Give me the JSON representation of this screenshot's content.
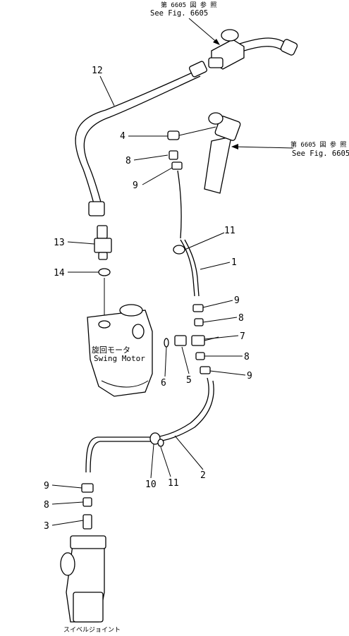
{
  "references": {
    "top": {
      "jp": "第 6605 図 参 照",
      "en": "See Fig. 6605"
    },
    "right": {
      "jp": "第 6605 図 参 照",
      "en": "See Fig. 6605"
    }
  },
  "swing_motor": {
    "jp": "旋回モータ",
    "en": "Swing Motor"
  },
  "swivel_joint": {
    "jp": "スイベルジョイント"
  },
  "callouts": {
    "c12": "12",
    "c4": "4",
    "c8a": "8",
    "c9a": "9",
    "c11a": "11",
    "c1": "1",
    "c13": "13",
    "c14": "14",
    "c9b": "9",
    "c8b": "8",
    "c7": "7",
    "c8c": "8",
    "c9c": "9",
    "c6": "6",
    "c5": "5",
    "c2": "2",
    "c10": "10",
    "c11b": "11",
    "c9d": "9",
    "c8d": "8",
    "c3": "3"
  }
}
